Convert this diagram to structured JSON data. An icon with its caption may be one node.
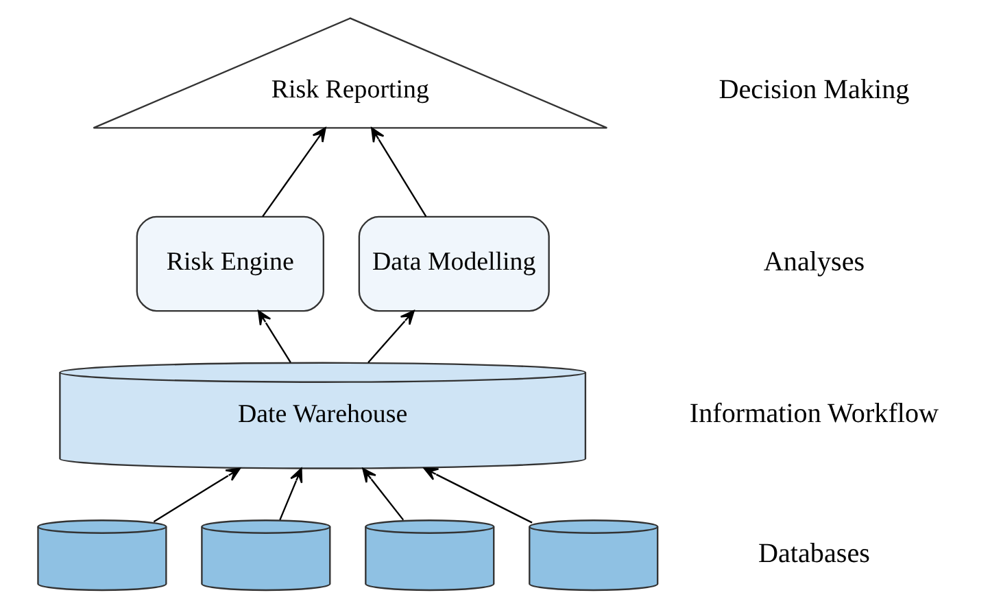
{
  "diagram": {
    "nodes": [
      {
        "text": [
          "Risk Reporting"
        ]
      },
      {
        "text": [
          "Risk Engine"
        ]
      },
      {
        "text": [
          "Data Modelling"
        ]
      },
      {
        "text": [
          "Date Warehouse"
        ]
      },
      {
        "text": [],
        "shape": "cylinder"
      },
      {
        "text": [],
        "shape": "cylinder"
      },
      {
        "text": [],
        "shape": "cylinder"
      },
      {
        "text": [],
        "shape": "cylinder"
      }
    ],
    "edges": [
      {
        "from": 4,
        "to": 3,
        "arrow": "to"
      },
      {
        "from": 5,
        "to": 3,
        "arrow": "to"
      },
      {
        "from": 6,
        "to": 3,
        "arrow": "to"
      },
      {
        "from": 7,
        "to": 3,
        "arrow": "to"
      },
      {
        "from": 3,
        "to": 1,
        "arrow": "to"
      },
      {
        "from": 3,
        "to": 2,
        "arrow": "to"
      },
      {
        "from": 1,
        "to": 0,
        "arrow": "to"
      },
      {
        "from": 2,
        "to": 0,
        "arrow": "to"
      }
    ],
    "labels": [
      "Decision Making",
      "Analyses",
      "Information Workflow",
      "Databases"
    ]
  }
}
